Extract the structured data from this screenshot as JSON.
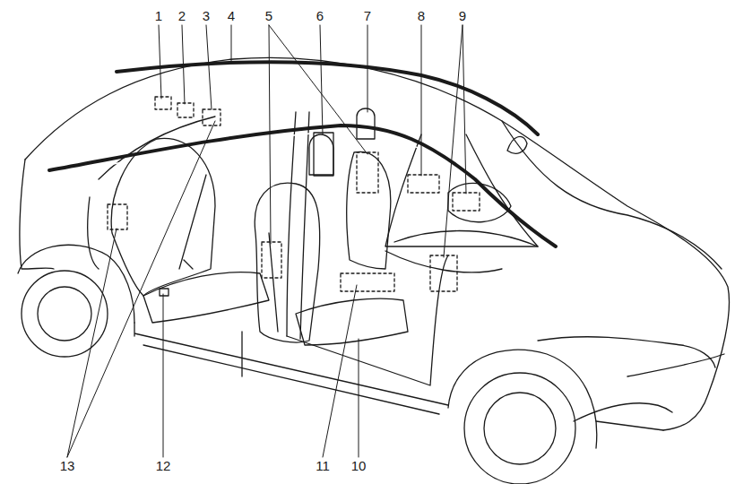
{
  "diagram": {
    "labels": [
      "1",
      "2",
      "3",
      "4",
      "5",
      "6",
      "7",
      "8",
      "9",
      "13",
      "12",
      "11",
      "10"
    ]
  }
}
